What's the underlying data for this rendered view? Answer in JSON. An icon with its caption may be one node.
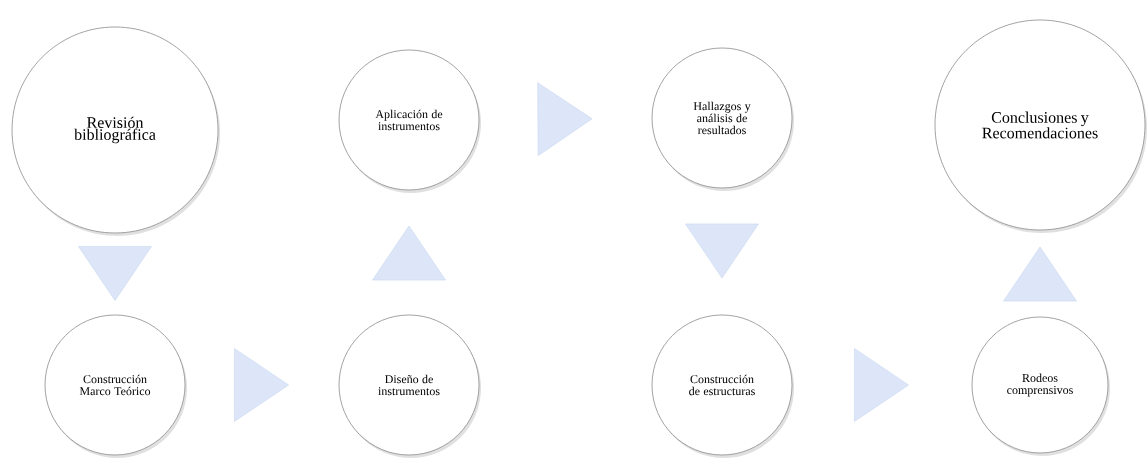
{
  "diagram": {
    "nodes": [
      {
        "text": [
          "Revisión bibliográfica"
        ]
      },
      {
        "text": [
          "Construcción Marco Teórico"
        ]
      },
      {
        "text": [
          "Diseño de instrumentos"
        ]
      },
      {
        "text": [
          "Aplicación de instrumentos"
        ]
      },
      {
        "text": [
          "Hallazgos y análisis de resultados"
        ]
      },
      {
        "text": [
          "Construcción de estructuras"
        ]
      },
      {
        "text": [
          "Rodeos comprensivos"
        ]
      },
      {
        "text": [
          "Conclusiones y Recomendaciones"
        ]
      }
    ],
    "edges": [
      {
        "from": 0,
        "to": 1,
        "arrow": "to"
      },
      {
        "from": 1,
        "to": 2,
        "arrow": "to"
      },
      {
        "from": 2,
        "to": 3,
        "arrow": "to"
      },
      {
        "from": 3,
        "to": 4,
        "arrow": "to"
      },
      {
        "from": 4,
        "to": 5,
        "arrow": "to"
      },
      {
        "from": 5,
        "to": 6,
        "arrow": "to"
      },
      {
        "from": 6,
        "to": 7,
        "arrow": "to"
      }
    ]
  }
}
